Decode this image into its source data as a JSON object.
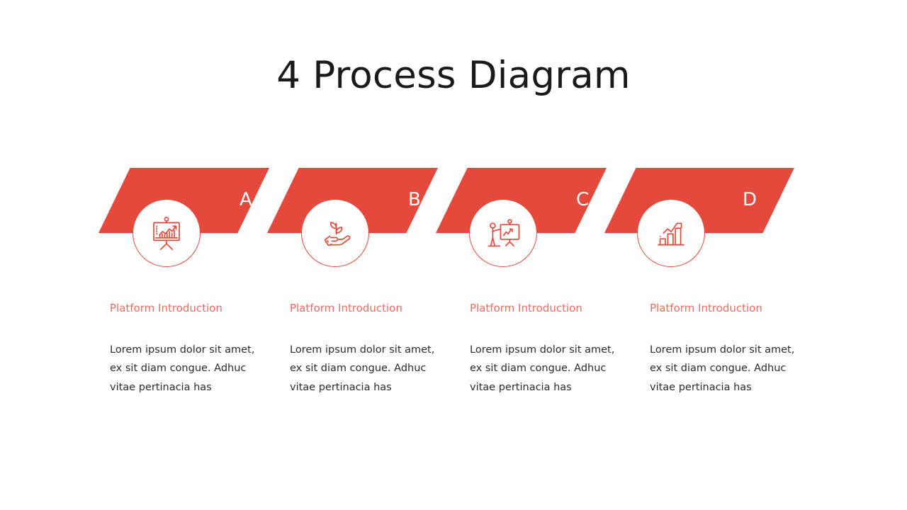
{
  "slide": {
    "title": "4 Process Diagram",
    "background_color": "#ffffff",
    "accent_color": "#e5493c",
    "heading_color": "#ec6a5e",
    "body_text_color": "#2b2b2b",
    "title_color": "#1a1a1a"
  },
  "steps": [
    {
      "letter": "A",
      "icon": "presentation-easel-growth-chart-icon",
      "heading": "Platform Introduction",
      "body": "Lorem ipsum dolor sit amet, ex sit diam congue. Adhuc vitae pertinacia has"
    },
    {
      "letter": "B",
      "icon": "hand-holding-sprout-icon",
      "heading": "Platform Introduction",
      "body": "Lorem ipsum dolor sit amet, ex sit diam congue. Adhuc vitae pertinacia has"
    },
    {
      "letter": "C",
      "icon": "presenter-at-board-icon",
      "heading": "Platform Introduction",
      "body": "Lorem ipsum dolor sit amet, ex sit diam congue. Adhuc vitae pertinacia has"
    },
    {
      "letter": "D",
      "icon": "bar-chart-growth-arrow-icon",
      "heading": "Platform Introduction",
      "body": "Lorem ipsum dolor sit amet, ex sit diam congue. Adhuc vitae pertinacia has"
    }
  ]
}
